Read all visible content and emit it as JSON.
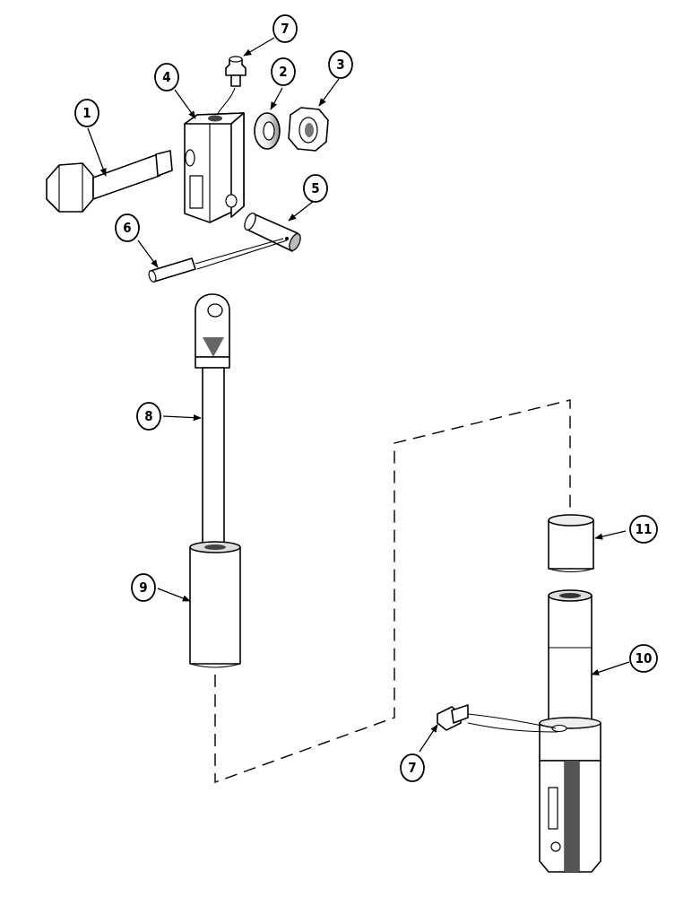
{
  "callouts": {
    "c1": "1",
    "c2": "2",
    "c3": "3",
    "c4": "4",
    "c5": "5",
    "c6": "6",
    "c7_top": "7",
    "c7_bottom": "7",
    "c8": "8",
    "c9": "9",
    "c10": "10",
    "c11": "11"
  }
}
